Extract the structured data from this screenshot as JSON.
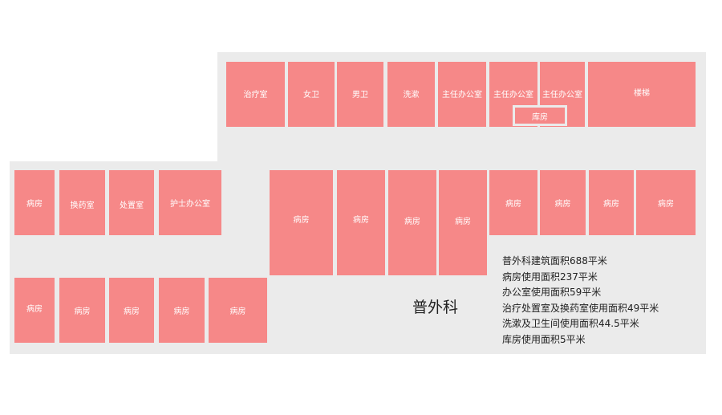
{
  "colors": {
    "floor": "#ebebeb",
    "room": "#f68888",
    "room_text": "#ffffff",
    "text": "#222222"
  },
  "plan": {
    "title": "普外科",
    "rooms": {
      "treatment": "治疗室",
      "womens_restroom": "女卫",
      "mens_restroom": "男卫",
      "washroom": "洗漱",
      "director_office_1": "主任办公室",
      "director_office_2": "主任办公室",
      "director_office_3": "主任办公室",
      "storage": "库房",
      "stairs": "楼梯",
      "ward_left_1": "病房",
      "dressing_room": "换药室",
      "procedure_room": "处置室",
      "nurse_office": "护士办公室",
      "ward_mid_1": "病房",
      "ward_mid_2": "病房",
      "ward_mid_3": "病房",
      "ward_mid_4": "病房",
      "ward_right_1": "病房",
      "ward_right_2": "病房",
      "ward_right_3": "病房",
      "ward_right_4": "病房",
      "ward_bottom_1": "病房",
      "ward_bottom_2": "病房",
      "ward_bottom_3": "病房",
      "ward_bottom_4": "病房",
      "ward_bottom_5": "病房"
    },
    "stats": [
      "普外科建筑面积688平米",
      "病房使用面积237平米",
      "办公室使用面积59平米",
      "治疗处置室及换药室使用面积49平米",
      "洗漱及卫生间使用面积44.5平米",
      "库房使用面积5平米"
    ]
  }
}
